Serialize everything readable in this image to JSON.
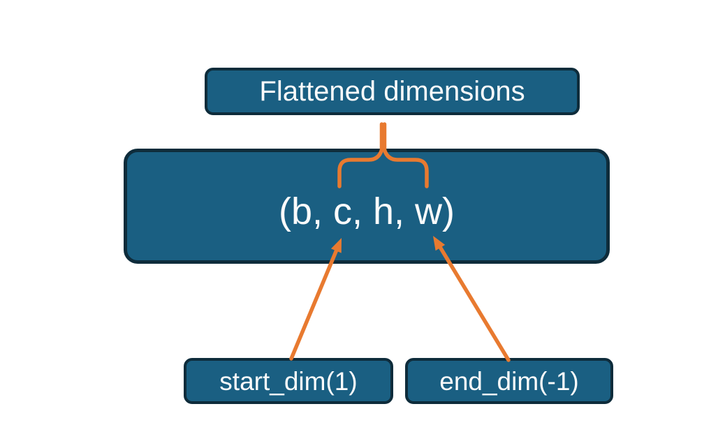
{
  "diagram": {
    "title_box": {
      "label": "Flattened dimensions"
    },
    "tensor_box": {
      "label": "(b, c, h, w)"
    },
    "start_dim_box": {
      "label": "start_dim(1)"
    },
    "end_dim_box": {
      "label": "end_dim(-1)"
    },
    "icons": {
      "brace": "curly-brace-over",
      "arrows": "up-pointing-arrows"
    }
  },
  "colors": {
    "box-fill": "#1a5f82",
    "box-border": "#0e2c3b",
    "accent-orange": "#e87a30",
    "text-white": "#fbfbfb",
    "background": "#ffffff"
  }
}
